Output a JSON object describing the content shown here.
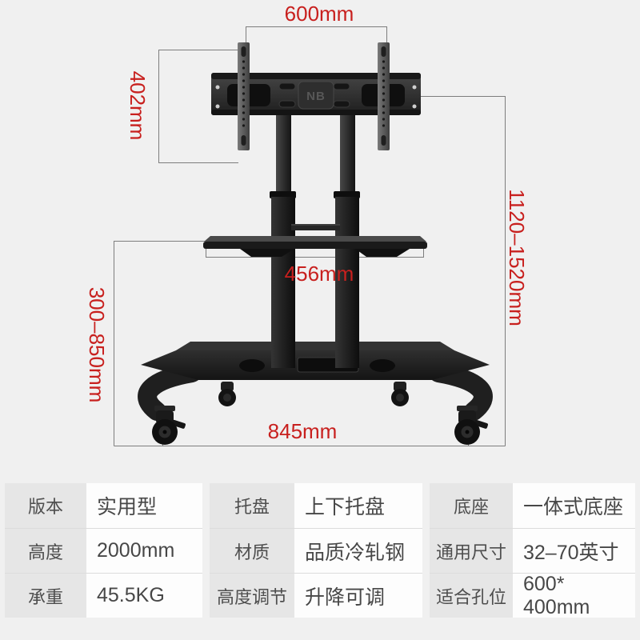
{
  "colors": {
    "background": "#f0f0f0",
    "accent_red": "#c8201e",
    "dim_line": "#7d7d7d",
    "table_label_bg": "#e6e6e6",
    "table_value_bg": "#fdfdfd",
    "product_black": "#1c1c1c"
  },
  "figure": {
    "logo": "NB",
    "dimensions": {
      "top_width": "600mm",
      "bracket_height": "402mm",
      "height_range": "1120–1520mm",
      "shelf_width": "456mm",
      "shelf_height_range": "300–850mm",
      "base_width": "845mm"
    }
  },
  "spec_table": {
    "groups": [
      {
        "rows": [
          {
            "label": "版本",
            "value": "实用型"
          },
          {
            "label": "高度",
            "value": "2000mm"
          },
          {
            "label": "承重",
            "value": "45.5KG"
          }
        ]
      },
      {
        "rows": [
          {
            "label": "托盘",
            "value": "上下托盘"
          },
          {
            "label": "材质",
            "value": "品质冷轧钢"
          },
          {
            "label": "高度调节",
            "value": "升降可调"
          }
        ]
      },
      {
        "rows": [
          {
            "label": "底座",
            "value": "一体式底座"
          },
          {
            "label": "通用尺寸",
            "value": "32–70英寸"
          },
          {
            "label": "适合孔位",
            "value": "600* 400mm"
          }
        ]
      }
    ]
  }
}
